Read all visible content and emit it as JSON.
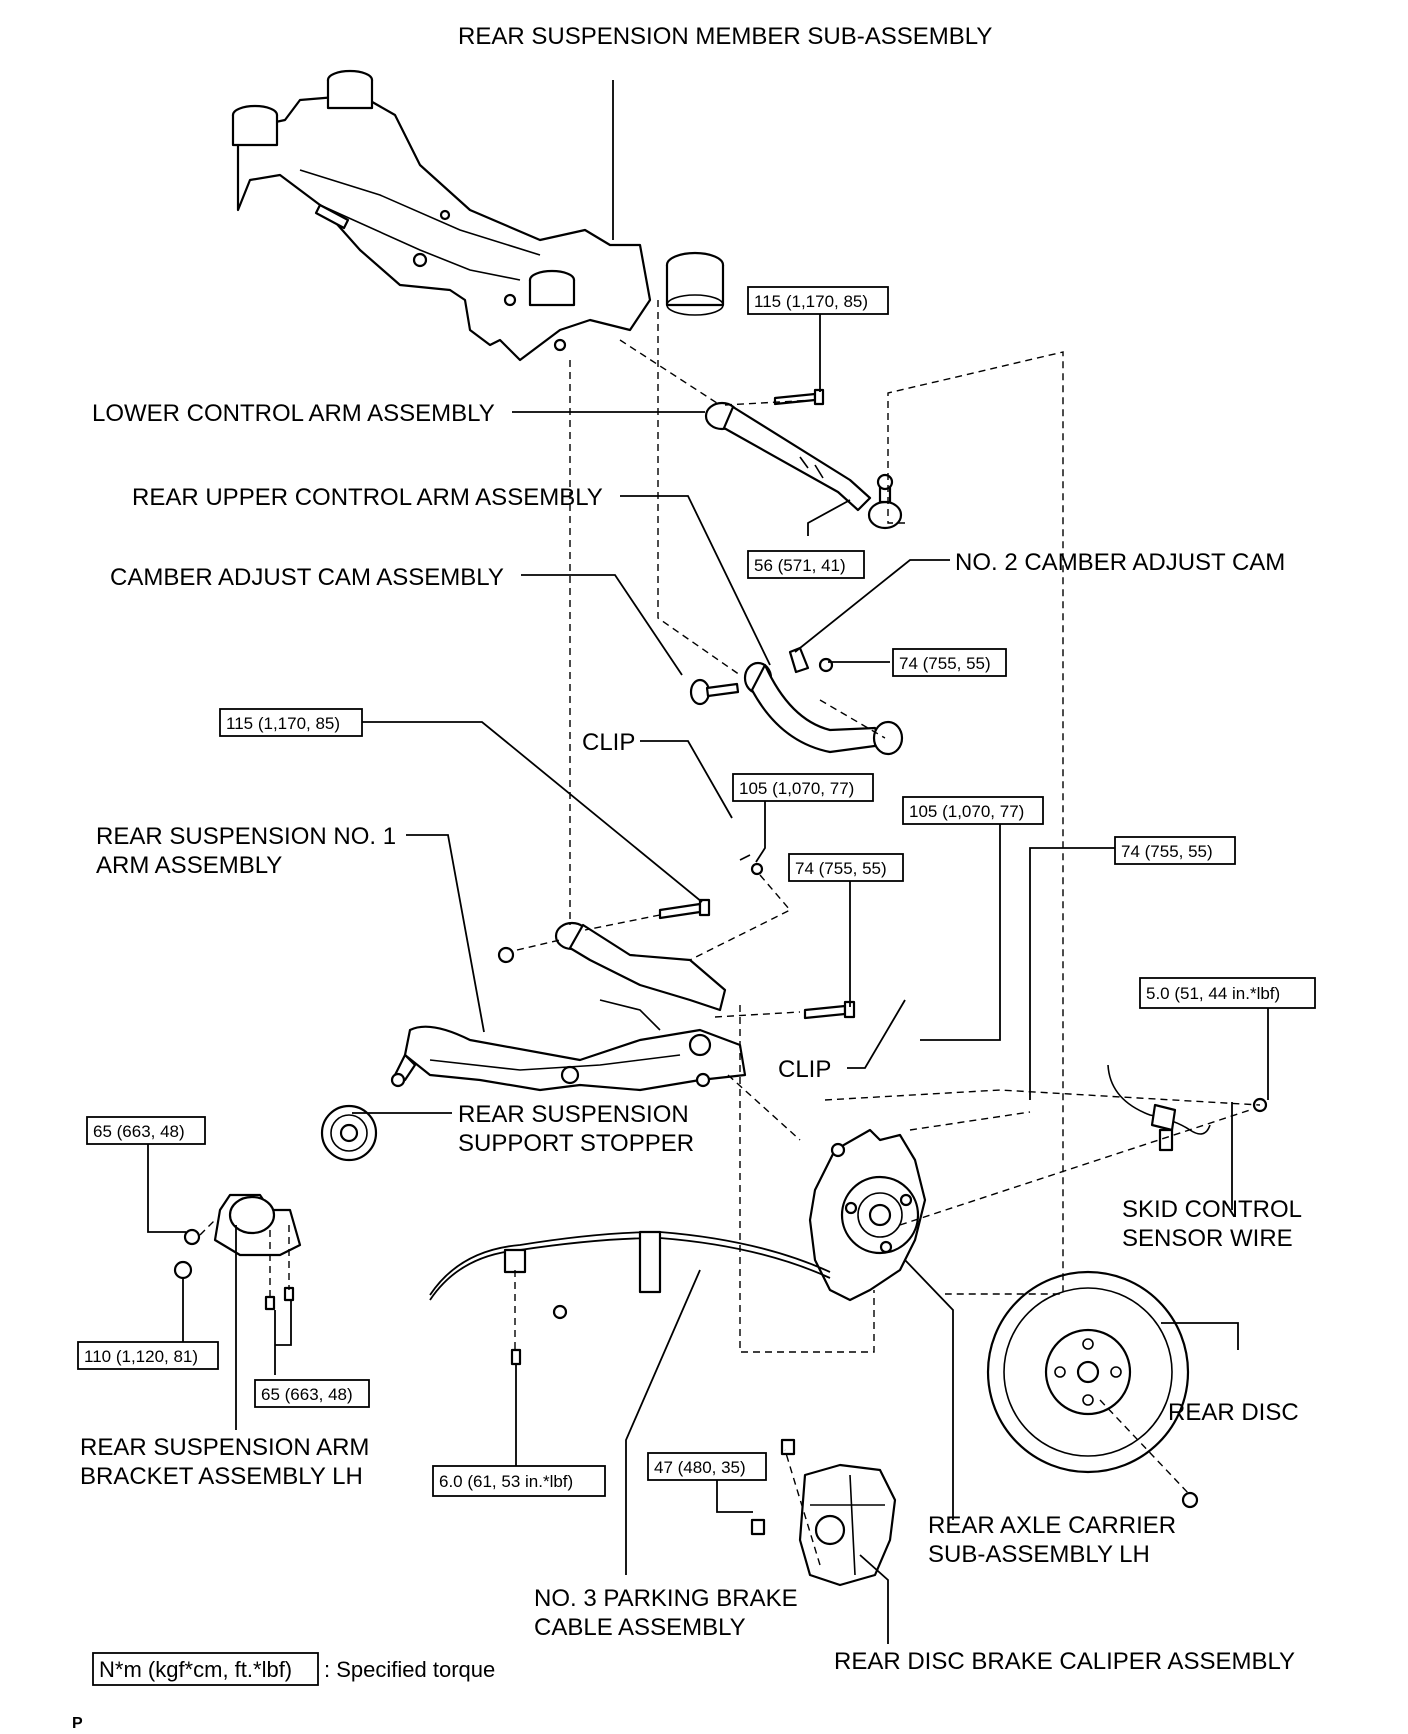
{
  "labels": {
    "member": "REAR SUSPENSION MEMBER SUB-ASSEMBLY",
    "lower_arm": "LOWER CONTROL ARM ASSEMBLY",
    "upper_arm": "REAR UPPER CONTROL ARM ASSEMBLY",
    "camber_cam": "CAMBER ADJUST CAM ASSEMBLY",
    "no2_cam": "NO. 2 CAMBER ADJUST CAM",
    "clip_1": "CLIP",
    "clip_2": "CLIP",
    "no1_arm_l1": "REAR SUSPENSION NO. 1",
    "no1_arm_l2": "ARM ASSEMBLY",
    "stopper_l1": "REAR SUSPENSION",
    "stopper_l2": "SUPPORT STOPPER",
    "sensor_l1": "SKID CONTROL",
    "sensor_l2": "SENSOR WIRE",
    "rear_disc": "REAR DISC",
    "bracket_l1": "REAR SUSPENSION ARM",
    "bracket_l2": "BRACKET ASSEMBLY LH",
    "carrier_l1": "REAR AXLE CARRIER",
    "carrier_l2": "SUB-ASSEMBLY LH",
    "cable_l1": "NO. 3 PARKING BRAKE",
    "cable_l2": "CABLE ASSEMBLY",
    "caliper": "REAR DISC BRAKE CALIPER ASSEMBLY"
  },
  "torques": {
    "t_115_a": "115 (1,170, 85)",
    "t_56": "56 (571, 41)",
    "t_74_a": "74 (755, 55)",
    "t_115_b": "115 (1,170, 85)",
    "t_105_a": "105 (1,070, 77)",
    "t_105_b": "105 (1,070, 77)",
    "t_74_b": "74 (755, 55)",
    "t_74_c": "74 (755, 55)",
    "t_5_0": "5.0 (51, 44 in.*lbf)",
    "t_65_a": "65 (663, 48)",
    "t_110": "110 (1,120, 81)",
    "t_65_b": "65 (663, 48)",
    "t_6_0": "6.0 (61, 53 in.*lbf)",
    "t_47": "47 (480, 35)"
  },
  "legend": {
    "unit_box": "N*m (kgf*cm, ft.*lbf)",
    "unit_text": ": Specified torque"
  },
  "footer": {
    "mark": "P"
  }
}
